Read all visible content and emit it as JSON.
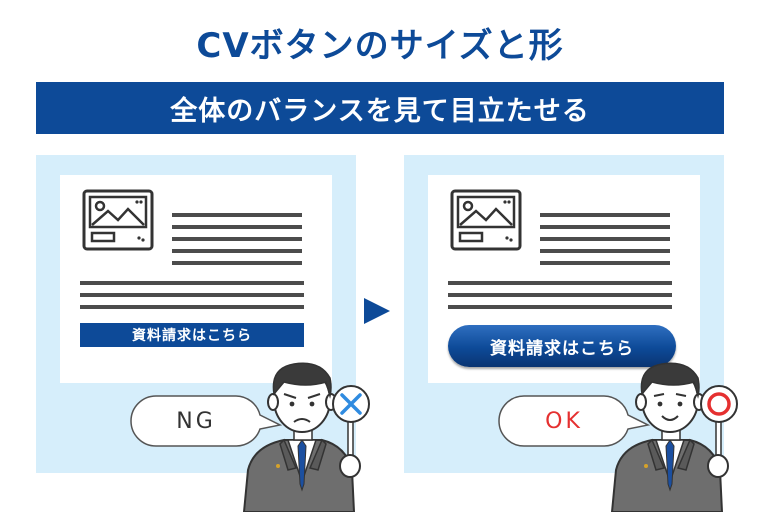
{
  "title": "CVボタンのサイズと形",
  "banner": "全体のバランスを見て目立たせる",
  "ng_panel": {
    "button_label": "資料請求はこちら",
    "verdict": "NG",
    "sign_icon": "cross-icon"
  },
  "ok_panel": {
    "button_label": "資料請求はこちら",
    "verdict": "OK",
    "sign_icon": "circle-icon"
  },
  "colors": {
    "brand_blue": "#0d4a98",
    "panel_bg": "#d6eefb",
    "ng_sign": "#2f8be0",
    "ok_sign": "#e53030"
  }
}
